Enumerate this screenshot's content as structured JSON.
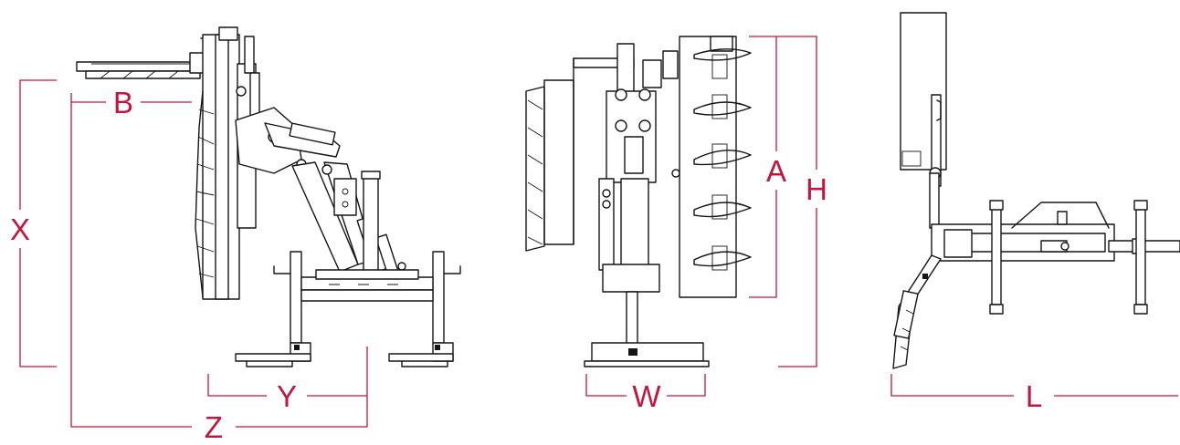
{
  "colors": {
    "dimension": "#c2163f",
    "drawing": "#151515",
    "background": "#ffffff"
  },
  "views": [
    {
      "name": "side-view",
      "labels": {
        "x": "X",
        "b": "B",
        "y": "Y",
        "z": "Z"
      }
    },
    {
      "name": "front-view",
      "labels": {
        "a": "A",
        "h": "H",
        "w": "W"
      }
    },
    {
      "name": "top-view",
      "labels": {
        "l": "L"
      }
    }
  ]
}
